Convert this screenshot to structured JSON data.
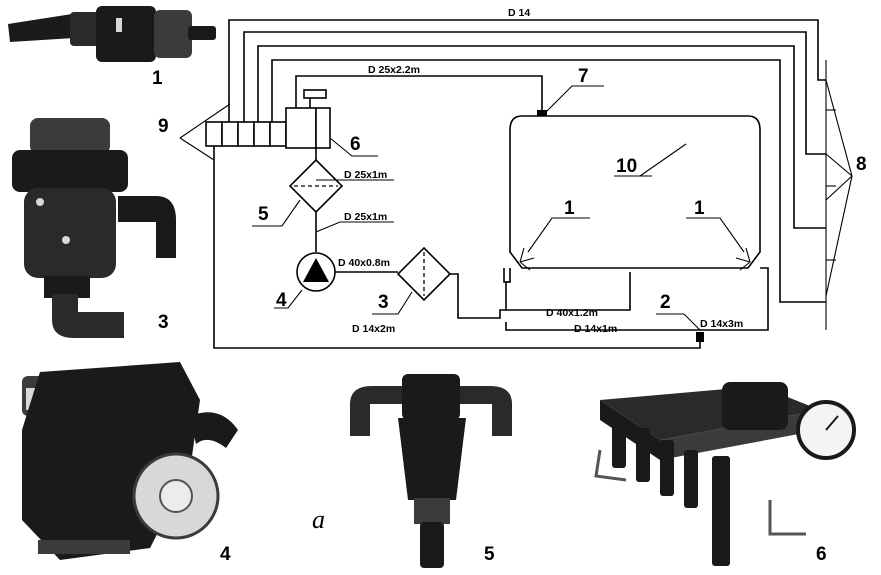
{
  "photo_labels": {
    "p1": "1",
    "p3": "3",
    "p4": "4",
    "p5": "5",
    "p6": "6",
    "a": "a"
  },
  "diagram_labels": {
    "n9": "9",
    "n6": "6",
    "n7": "7",
    "n10": "10",
    "n5": "5",
    "n4": "4",
    "n3": "3",
    "n1_left": "1",
    "n1_right": "1",
    "n2": "2",
    "n8": "8"
  },
  "pipes": {
    "d14_top": "D 14",
    "d25x2_2m": "D 25x2.2m",
    "d25x1m_a": "D 25x1m",
    "d25x1m_b": "D 25x1m",
    "d40x0_8m": "D 40x0.8m",
    "d14x2m": "D 14x2m",
    "d40x1_2m": "D 40x1.2m",
    "d14x1m": "D 14x1m",
    "d14x3m": "D 14x3m"
  },
  "colors": {
    "ink": "#000000",
    "paper": "#ffffff",
    "photo_dark": "#1a1a1a",
    "photo_mid": "#3b3b3b",
    "photo_light": "#d8d8d8"
  }
}
